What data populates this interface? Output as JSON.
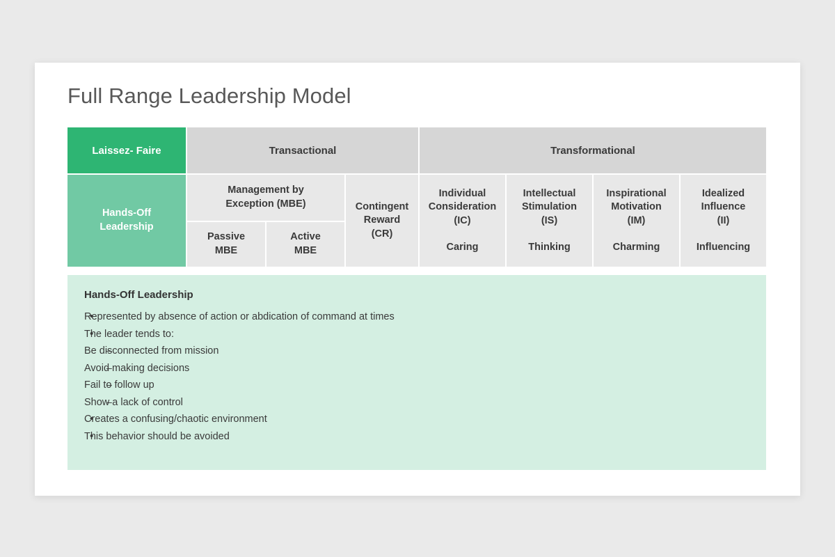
{
  "slide": {
    "title": "Full Range Leadership Model"
  },
  "matrix": {
    "headers": [
      {
        "label": "Laissez- Faire",
        "style": "green"
      },
      {
        "label": "Transactional",
        "style": "gray"
      },
      {
        "label": "Transformational",
        "style": "gray"
      }
    ],
    "laissez_cell": {
      "line1": "Hands-Off",
      "line2": "Leadership"
    },
    "mbe": {
      "title_line1": "Management by",
      "title_line2": "Exception (MBE)",
      "passive_line1": "Passive",
      "passive_line2": "MBE",
      "active_line1": "Active",
      "active_line2": "MBE"
    },
    "contingent_reward": {
      "line1": "Contingent",
      "line2": "Reward",
      "line3": "(CR)"
    },
    "transformational_cells": [
      {
        "line1": "Individual",
        "line2": "Consideration",
        "line3": "(IC)",
        "keyword": "Caring"
      },
      {
        "line1": "Intellectual",
        "line2": "Stimulation",
        "line3": "(IS)",
        "keyword": "Thinking"
      },
      {
        "line1": "Inspirational",
        "line2": "Motivation",
        "line3": "(IM)",
        "keyword": "Charming"
      },
      {
        "line1": "Idealized",
        "line2": "Influence",
        "line3": "(II)",
        "keyword": "Influencing"
      }
    ]
  },
  "panel": {
    "title": "Hands-Off Leadership",
    "bullets": [
      {
        "level": 1,
        "text": "Represented by absence of action or abdication of command at times"
      },
      {
        "level": 1,
        "text": "The leader tends to:"
      },
      {
        "level": 2,
        "text": "Be disconnected from mission"
      },
      {
        "level": 2,
        "text": "Avoid making decisions"
      },
      {
        "level": 2,
        "text": "Fail to follow up"
      },
      {
        "level": 2,
        "text": "Show a lack of control"
      },
      {
        "level": 1,
        "text": "Creates a confusing/chaotic environment"
      },
      {
        "level": 1,
        "text": "This behavior should be avoided"
      }
    ]
  },
  "colors": {
    "page_background": "#eaeaea",
    "slide_background": "#ffffff",
    "header_green": "#2eb573",
    "cell_green": "#71c9a4",
    "header_gray": "#d6d6d6",
    "cell_gray": "#e8e8e8",
    "panel_green": "#d4efe2",
    "title_text": "#585858",
    "body_text": "#3a3a3a"
  }
}
